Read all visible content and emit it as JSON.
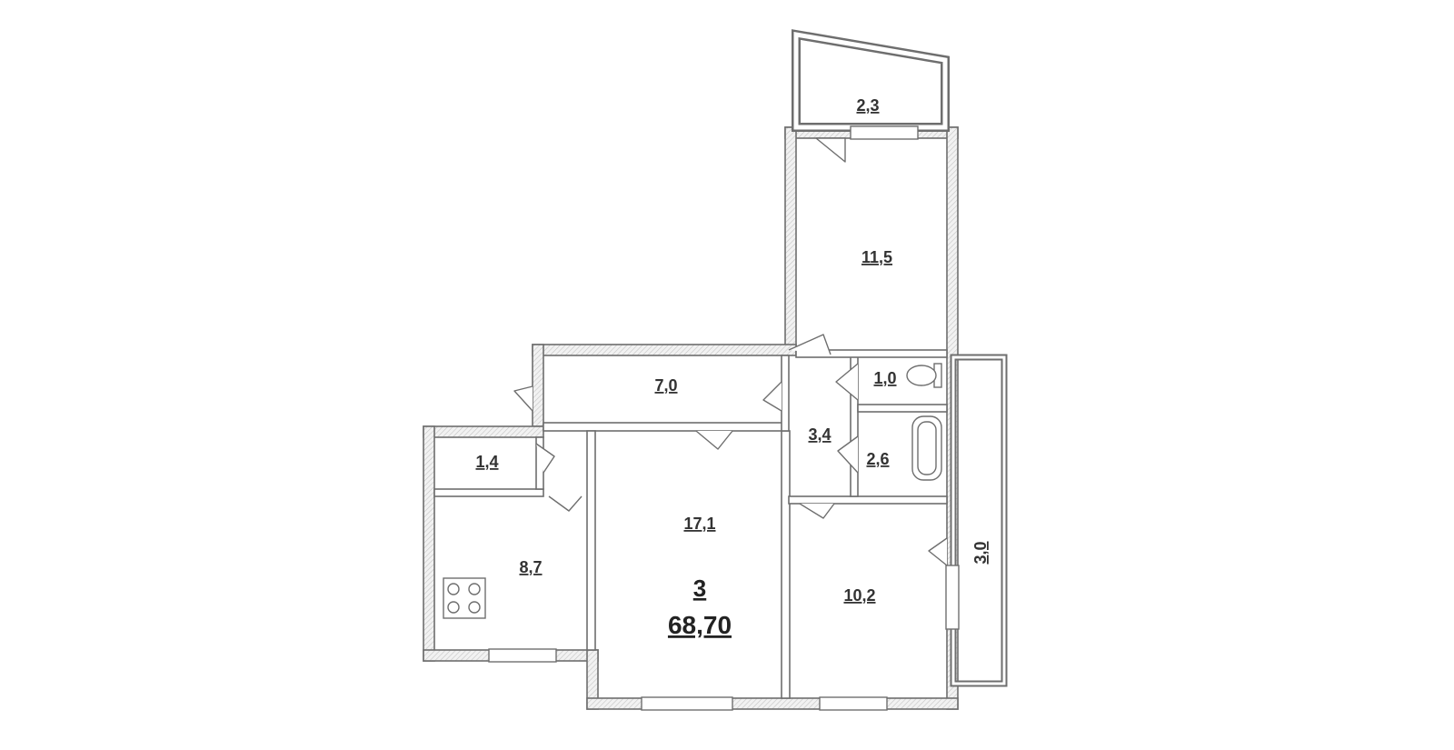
{
  "plan": {
    "rooms": [
      {
        "id": "loggia",
        "area": "2,3"
      },
      {
        "id": "bedroom-top",
        "area": "11,5"
      },
      {
        "id": "corridor",
        "area": "7,0"
      },
      {
        "id": "toilet",
        "area": "1,0"
      },
      {
        "id": "hall",
        "area": "3,4"
      },
      {
        "id": "bathroom",
        "area": "2,6"
      },
      {
        "id": "storage",
        "area": "1,4"
      },
      {
        "id": "kitchen",
        "area": "8,7"
      },
      {
        "id": "living-room",
        "area": "17,1"
      },
      {
        "id": "bedroom-right",
        "area": "10,2"
      },
      {
        "id": "balcony",
        "area": "3,0"
      }
    ],
    "summary": {
      "rooms_count": "3",
      "total_area": "68,70"
    }
  }
}
